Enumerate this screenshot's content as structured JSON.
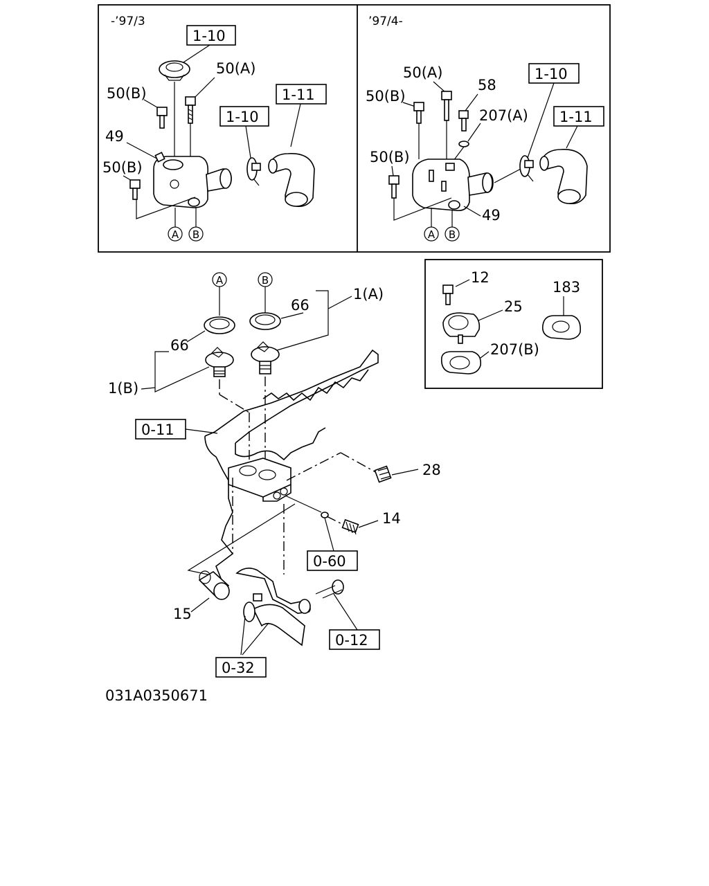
{
  "panels": {
    "early": {
      "label": "-’97/3"
    },
    "late": {
      "label": "’97/4-"
    }
  },
  "callouts": {
    "ref_1_10_a": "1-10",
    "ref_1_11_a": "1-11",
    "ref_1_10_b": "1-10",
    "ref_1_10_c": "1-10",
    "ref_1_11_b": "1-11",
    "ref_0_11": "0-11",
    "ref_0_60": "0-60",
    "ref_0_12": "0-12",
    "ref_0_32": "0-32"
  },
  "labels": {
    "p50a_left": "50(A)",
    "p50b_left_top": "50(B)",
    "p49_left": "49",
    "p50b_left_bottom": "50(B)",
    "p50a_right": "50(A)",
    "p58": "58",
    "p50b_right_top": "50(B)",
    "p207a": "207(A)",
    "p50b_right_bottom": "50(B)",
    "p49_right": "49",
    "p12": "12",
    "p183": "183",
    "p25": "25",
    "p207b": "207(B)",
    "p66_right": "66",
    "p1a": "1(A)",
    "p66_left": "66",
    "p1b": "1(B)",
    "p28": "28",
    "p14": "14",
    "p15": "15"
  },
  "markers": {
    "a": "A",
    "b": "B"
  },
  "figure_code": "031A0350671"
}
